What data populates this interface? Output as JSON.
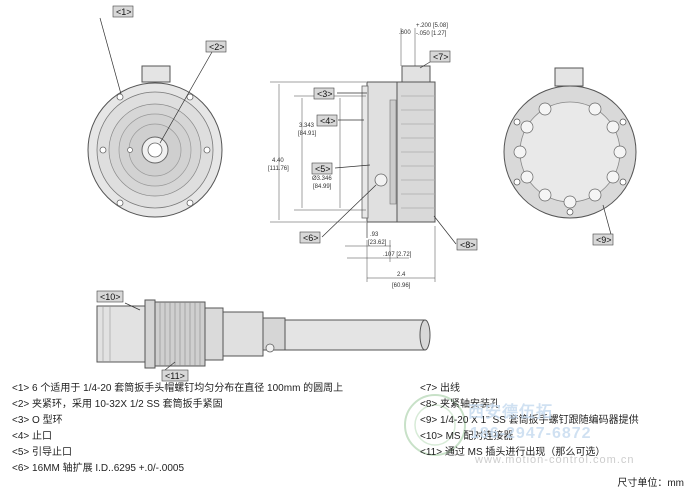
{
  "callouts": {
    "c1": "<1>",
    "c2": "<2>",
    "c3": "<3>",
    "c4": "<4>",
    "c5": "<5>",
    "c6": "<6>",
    "c7": "<7>",
    "c8": "<8>",
    "c9": "<9>",
    "c10": "<10>",
    "c11": "<11>"
  },
  "dimensions": {
    "d600": ".600",
    "d200": "+.200 [5.08]",
    "d050": "-.050 [1.27]",
    "d3343": "3.343",
    "d3343mm": "[84.91]",
    "d440": "4.40",
    "d440mm": "[111.76]",
    "d3346": "Ø3.346",
    "d3346mm": "[84.99]",
    "d93": ".93",
    "d93mm": "[23.62]",
    "d107": ".107 [2.72]",
    "d24": "2.4",
    "d24mm": "[60.96]"
  },
  "notes_left": [
    "<1> 6 个适用于 1/4-20 套筒扳手头帽螺钉均匀分布在直径 100mm 的圆周上",
    "<2> 夹紧环，采用 10-32X 1/2 SS 套筒扳手紧固",
    "<3> O 型环",
    "<4> 止口",
    "<5> 引导止口",
    "<6> 16MM 轴扩展 I.D..6295 +.0/-.0005"
  ],
  "notes_right": [
    "<7> 出线",
    "<8> 夹紧轴安装孔",
    "<9> 1/4-20 X 1\" SS 套筒扳手螺钉跟随编码器提供",
    "<10> MS 配对连接器",
    "<11> 通过 MS 插头进行出现（那么可选）"
  ],
  "unit_label": "尺寸单位：mm",
  "watermark": {
    "company": "西安德伍拓",
    "phone": "186-2947-6872",
    "url": "www.motion-control.com.cn"
  }
}
